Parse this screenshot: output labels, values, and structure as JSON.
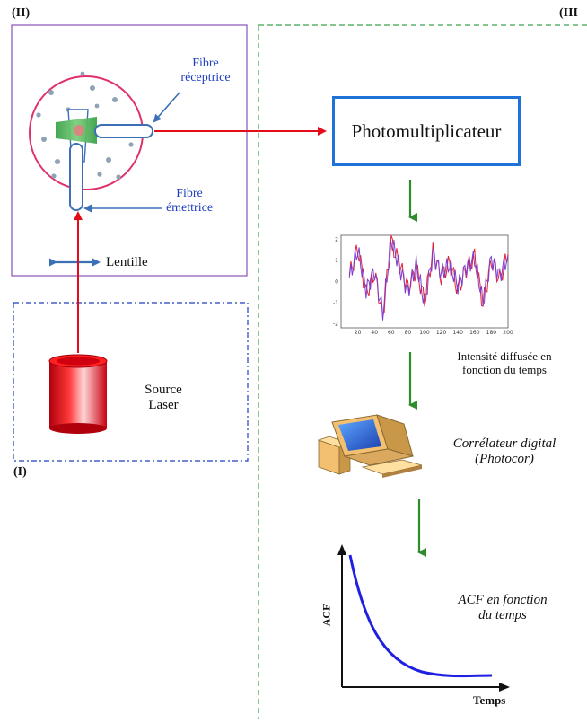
{
  "panels": {
    "panel_II": "(II)",
    "panel_III": "(III",
    "panel_I": "(I)"
  },
  "labels": {
    "fibre_receptrice": [
      "Fibre",
      "réceptrice"
    ],
    "fibre_emettrice": [
      "Fibre",
      "émettrice"
    ],
    "lentille": "Lentille",
    "source_laser": [
      "Source",
      "Laser"
    ],
    "photomultiplicateur": "Photomultiplicateur",
    "intensite": [
      "Intensité diffusée en",
      "fonction du temps"
    ],
    "correlateur": [
      "Corrélateur digital",
      "(Photocor)"
    ],
    "acf_caption": [
      "ACF en fonction",
      "du temps"
    ],
    "acf_ylabel": "ACF",
    "acf_xlabel": "Temps"
  },
  "signal_plot": {
    "x_ticks": [
      "20",
      "40",
      "60",
      "80",
      "100",
      "120",
      "140",
      "160",
      "180",
      "200"
    ],
    "y_ticks": [
      "2",
      "1",
      "0",
      "-1",
      "-2"
    ],
    "series_colors": [
      "#e0203a",
      "#7b3fd0"
    ]
  },
  "colors": {
    "panel_II_border": "#8a4fb8",
    "panel_I_border": "#1f3fbf",
    "panel_III_border": "#3aa54a",
    "laser_red": "#e30d1a",
    "flow_arrow": "#2e8b2e",
    "fiber_blue": "#3b6fb6",
    "acf_curve": "#2020e0"
  },
  "chart_data": {
    "type": "line",
    "title": "",
    "xlabel": "",
    "ylabel": "",
    "x": [
      10,
      20,
      30,
      40,
      50,
      60,
      70,
      80,
      90,
      100,
      110,
      120,
      130,
      140,
      150,
      160,
      170,
      180,
      190,
      200
    ],
    "series": [
      {
        "values": [
          0.3,
          1.6,
          -0.6,
          0.4,
          -1.6,
          1.9,
          0.8,
          -0.3,
          0.6,
          -0.9,
          1.4,
          0.2,
          0.9,
          -0.4,
          0.6,
          1.2,
          -1.1,
          1.0,
          0.1,
          1.3
        ]
      },
      {
        "values": [
          0.2,
          1.5,
          -0.4,
          0.5,
          -1.5,
          2.0,
          0.7,
          -0.5,
          0.8,
          -1.0,
          1.3,
          0.4,
          0.8,
          -0.2,
          0.7,
          1.1,
          -1.0,
          1.1,
          0.3,
          1.2
        ]
      }
    ],
    "xlim": [
      0,
      200
    ],
    "ylim": [
      -2.2,
      2.2
    ]
  }
}
